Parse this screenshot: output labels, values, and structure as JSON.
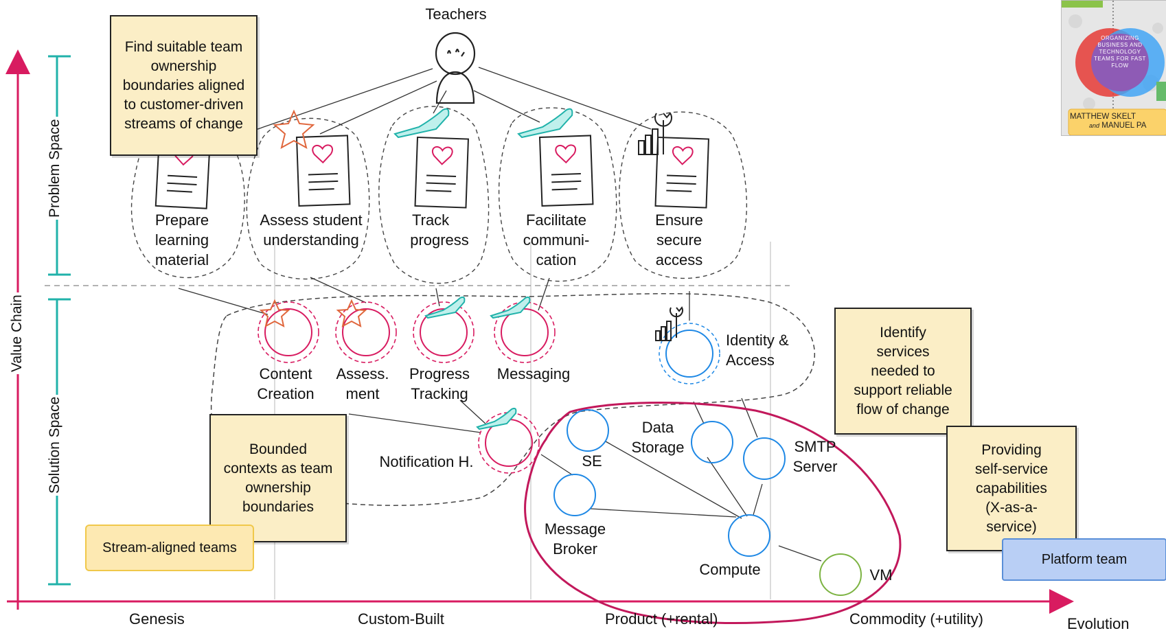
{
  "top_actor": "Teachers",
  "axes": {
    "y_label": "Value Chain",
    "x_label": "Evolution",
    "problem_space": "Problem Space",
    "solution_space": "Solution Space",
    "x_stages": [
      "Genesis",
      "Custom-Built",
      "Product (+rental)",
      "Commodity (+utility)"
    ]
  },
  "user_needs": [
    {
      "line1": "Prepare",
      "line2": "learning",
      "line3": "material",
      "icon": "heart-document-icon"
    },
    {
      "line1": "Assess student",
      "line2": "understanding",
      "line3": "",
      "icon": "star-icon"
    },
    {
      "line1": "Track",
      "line2": "progress",
      "line3": "",
      "icon": "helping-hand-icon"
    },
    {
      "line1": "Facilitate",
      "line2": "communi-",
      "line3": "cation",
      "icon": "helping-hand-icon"
    },
    {
      "line1": "Ensure",
      "line2": "secure",
      "line3": "access",
      "icon": "wrench-chart-icon"
    }
  ],
  "components": {
    "content_creation": {
      "line1": "Content",
      "line2": "Creation"
    },
    "assessment": {
      "line1": "Assess.",
      "line2": "ment"
    },
    "progress_tracking": {
      "line1": "Progress",
      "line2": "Tracking"
    },
    "messaging": {
      "line1": "Messaging"
    },
    "identity_access": {
      "line1": "Identity &",
      "line2": "Access"
    },
    "notification": {
      "line1": "Notification H."
    },
    "se": {
      "line1": "SE"
    },
    "data_storage": {
      "line1": "Data",
      "line2": "Storage"
    },
    "smtp": {
      "line1": "SMTP",
      "line2": "Server"
    },
    "message_broker": {
      "line1": "Message",
      "line2": "Broker"
    },
    "compute": {
      "line1": "Compute"
    },
    "vm": {
      "line1": "VM"
    }
  },
  "stickies": {
    "team_boundaries": [
      "Find suitable team",
      "ownership",
      "boundaries aligned",
      "to customer-driven",
      "streams of change"
    ],
    "bounded_contexts": [
      "Bounded",
      "contexts as team",
      "ownership",
      "boundaries"
    ],
    "identify_services": [
      "Identify",
      "services",
      "needed to",
      "support reliable",
      "flow of change"
    ],
    "self_service": [
      "Providing",
      "self-service",
      "capabilities",
      "(X-as-a-",
      "service)"
    ]
  },
  "team_badges": {
    "stream_aligned": "Stream-aligned teams",
    "platform": "Platform team"
  },
  "book_cover": {
    "circle_text": [
      "ORGANIZING",
      "BUSINESS AND",
      "TECHNOLOGY",
      "TEAMS FOR FAST",
      "FLOW"
    ],
    "author1": "MATTHEW SKELT",
    "author_join": "and",
    "author2": "MANUEL PA"
  },
  "colors": {
    "axis": "#d81b60",
    "teal": "#20b2aa",
    "red_circle": "#d81b60",
    "blue_circle": "#1e88e5",
    "green_circle": "#7cb342",
    "sticky": "#fbeec6",
    "stream_badge_fill": "#fde9b2",
    "stream_badge_border": "#f0c84a",
    "platform_badge_fill": "#b9cff5",
    "platform_badge_border": "#5a8fd8"
  }
}
